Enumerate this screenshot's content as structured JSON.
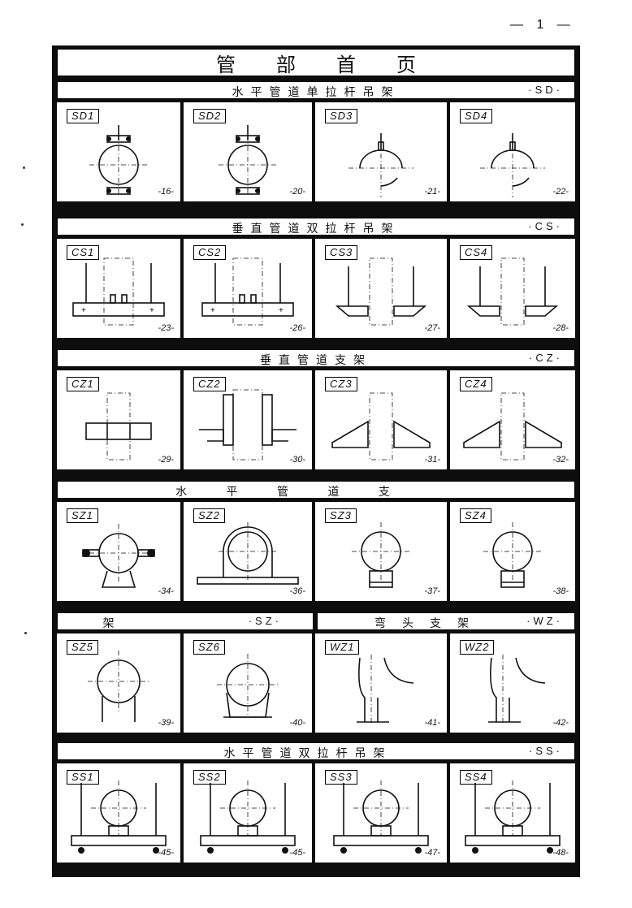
{
  "page_number": "— 1 —",
  "title": "管部首页",
  "sections": {
    "sd": {
      "label": "水平管道单拉杆吊架",
      "code": "·SD·"
    },
    "cs": {
      "label": "垂直管道双拉杆吊架",
      "code": "·CS·"
    },
    "cz": {
      "label": "垂直管道支架",
      "code": "·CZ·"
    },
    "sz": {
      "label": "水 平 管 道 支",
      "label2": "架",
      "code": "·SZ·"
    },
    "wz": {
      "label": "弯头支架",
      "code": "·WZ·"
    },
    "ss": {
      "label": "水平管道双拉杆吊架",
      "code": "·SS·"
    }
  },
  "cells": [
    {
      "id": "SD1",
      "page": "-16-",
      "kind": "sd-clamp"
    },
    {
      "id": "SD2",
      "page": "-20-",
      "kind": "sd-clamp"
    },
    {
      "id": "SD3",
      "page": "-21-",
      "kind": "sd-rod"
    },
    {
      "id": "SD4",
      "page": "-22-",
      "kind": "sd-rod"
    },
    {
      "id": "CS1",
      "page": "-23-",
      "kind": "cs-beam"
    },
    {
      "id": "CS2",
      "page": "-26-",
      "kind": "cs-beam"
    },
    {
      "id": "CS3",
      "page": "-27-",
      "kind": "cs-lug"
    },
    {
      "id": "CS4",
      "page": "-28-",
      "kind": "cs-lug"
    },
    {
      "id": "CZ1",
      "page": "-29-",
      "kind": "cz-block"
    },
    {
      "id": "CZ2",
      "page": "-30-",
      "kind": "cz-clamp"
    },
    {
      "id": "CZ3",
      "page": "-31-",
      "kind": "cz-wedge"
    },
    {
      "id": "CZ4",
      "page": "-32-",
      "kind": "cz-wedge"
    },
    {
      "id": "SZ1",
      "page": "-34-",
      "kind": "sz-clamp"
    },
    {
      "id": "SZ2",
      "page": "-36-",
      "kind": "sz-ubolt"
    },
    {
      "id": "SZ3",
      "page": "-37-",
      "kind": "sz-shoe"
    },
    {
      "id": "SZ4",
      "page": "-38-",
      "kind": "sz-shoe"
    },
    {
      "id": "SZ5",
      "page": "-39-",
      "kind": "sz-post"
    },
    {
      "id": "SZ6",
      "page": "-40-",
      "kind": "sz-saddle"
    },
    {
      "id": "WZ1",
      "page": "-41-",
      "kind": "wz-elbow"
    },
    {
      "id": "WZ2",
      "page": "-42-",
      "kind": "wz-elbow"
    },
    {
      "id": "SS1",
      "page": "-45-",
      "kind": "ss-hanger"
    },
    {
      "id": "SS2",
      "page": "-45-",
      "kind": "ss-hanger"
    },
    {
      "id": "SS3",
      "page": "-47-",
      "kind": "ss-hanger"
    },
    {
      "id": "SS4",
      "page": "-48-",
      "kind": "ss-hanger"
    }
  ]
}
